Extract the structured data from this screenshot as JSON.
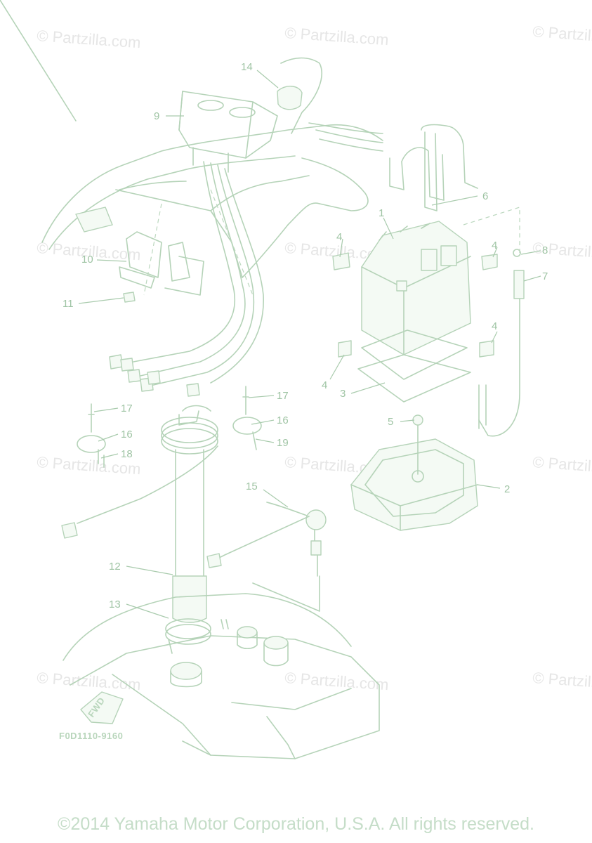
{
  "watermark": "© Partzilla.com",
  "diagram_code": "F0D1110-9160",
  "fwd_label": "FWD",
  "copyright": "©2014 Yamaha Motor Corporation, U.S.A. All rights reserved.",
  "callouts": {
    "c1": "1",
    "c2": "2",
    "c3": "3",
    "c4a": "4",
    "c4b": "4",
    "c4c": "4",
    "c4d": "4",
    "c5": "5",
    "c6": "6",
    "c7": "7",
    "c8": "8",
    "c9": "9",
    "c10": "10",
    "c11": "11",
    "c12": "12",
    "c13": "13",
    "c14": "14",
    "c15": "15",
    "c16a": "16",
    "c16b": "16",
    "c17a": "17",
    "c17b": "17",
    "c18": "18",
    "c19": "19"
  },
  "colors": {
    "line_art": "#b5d3b8",
    "labels": "#9fc4a4",
    "watermark": "#e6e6e6"
  }
}
